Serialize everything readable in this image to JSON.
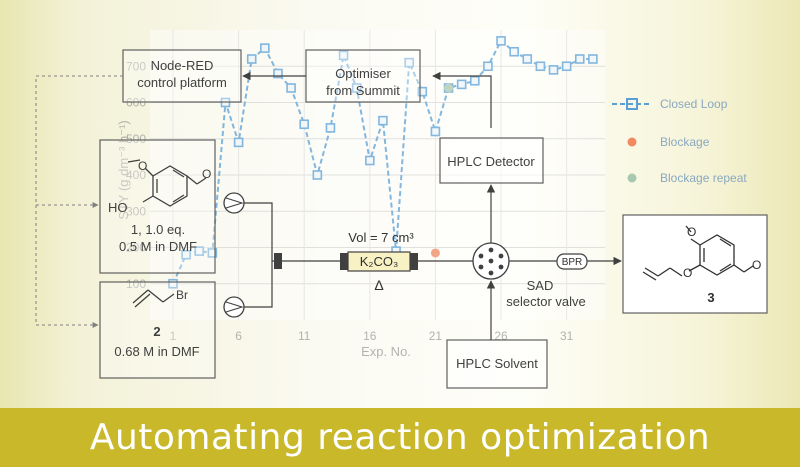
{
  "banner": {
    "title": "Automating reaction optimization"
  },
  "boxes": {
    "nodered": "Node-RED\ncontrol platform",
    "optimiser": "Optimiser\nfrom Summit",
    "hplc_detector": "HPLC Detector",
    "hplc_solvent": "HPLC Solvent"
  },
  "reagent1": {
    "label": "1, 1.0 eq.",
    "conc": "0.5 M in DMF",
    "ho": "HO",
    "ome": "O"
  },
  "reagent2": {
    "number": "2",
    "conc": "0.68 M in DMF",
    "br": "Br"
  },
  "reactor": {
    "volume": "Vol = 7 cm³",
    "reagent": "K₂CO₃",
    "heat": "Δ"
  },
  "valve": {
    "label1": "SAD",
    "label2": "selector valve"
  },
  "bpr": "BPR",
  "product": {
    "number": "3",
    "ome": "O"
  },
  "chart_data": {
    "type": "scatter",
    "xlabel": "Exp. No.",
    "ylabel": "STY (g dm⁻³ h⁻¹)",
    "xlim": [
      1,
      34
    ],
    "ylim": [
      0,
      800
    ],
    "xticks": [
      1,
      6,
      11,
      16,
      21,
      26,
      31
    ],
    "yticks": [
      100,
      200,
      300,
      400,
      500,
      600,
      700
    ],
    "legend_position": "right",
    "series": [
      {
        "name": "Closed Loop",
        "color": "#5aa0d8",
        "x": [
          1,
          2,
          3,
          4,
          5,
          6,
          7,
          8,
          9,
          10,
          11,
          12,
          13,
          14,
          15,
          16,
          17,
          18,
          19,
          20,
          21,
          22,
          23,
          24,
          25,
          26,
          27,
          28,
          29,
          30,
          31,
          32,
          33
        ],
        "y": [
          100,
          180,
          190,
          185,
          600,
          490,
          720,
          750,
          680,
          640,
          540,
          400,
          530,
          730,
          640,
          440,
          550,
          190,
          710,
          630,
          520,
          640,
          650,
          660,
          700,
          770,
          740,
          720,
          700,
          690,
          700,
          720,
          720
        ]
      },
      {
        "name": "Blockage",
        "color": "#f08a60",
        "x": [
          21
        ],
        "y": [
          185
        ]
      },
      {
        "name": "Blockage repeat",
        "color": "#a8c8b0",
        "x": [
          22
        ],
        "y": [
          640
        ]
      }
    ]
  },
  "colors": {
    "banner": "#c8b82a",
    "line": "#404040"
  }
}
